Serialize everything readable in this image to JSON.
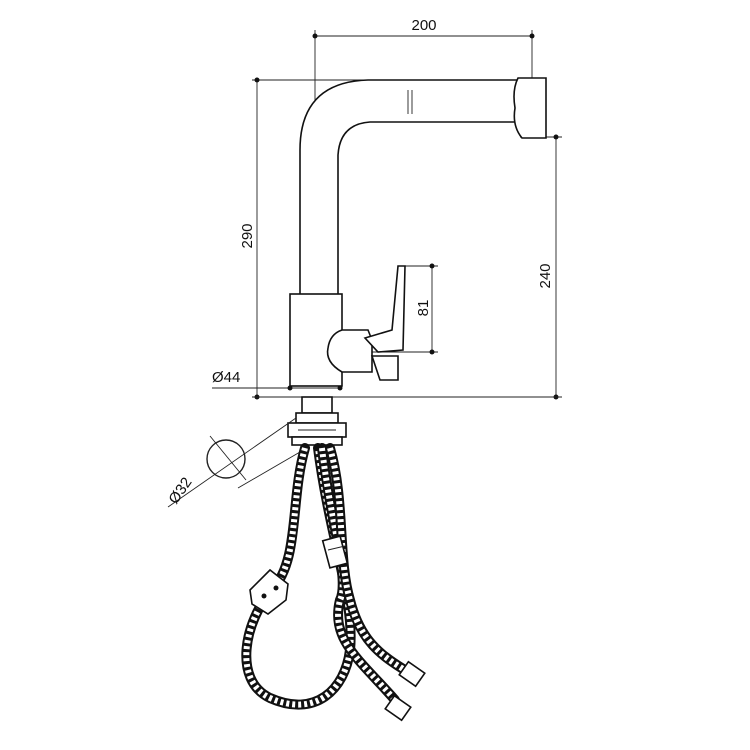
{
  "dimensions": {
    "spout_reach": "200",
    "total_height": "290",
    "spout_height": "240",
    "lever_height": "81",
    "base_diameter": "Ø44",
    "hole_diameter": "Ø32"
  }
}
